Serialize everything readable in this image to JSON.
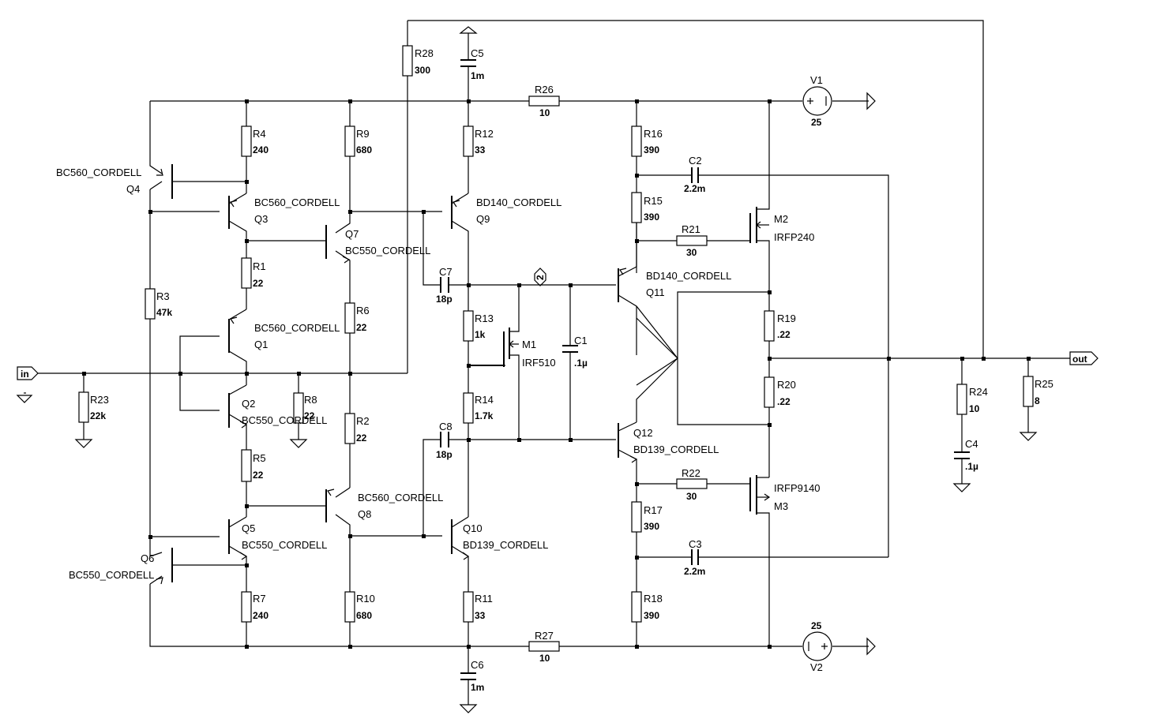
{
  "colors": {
    "wire": "#000000",
    "background": "#ffffff"
  },
  "ports": {
    "input": "in",
    "output": "out"
  },
  "node_flag": "2",
  "sources": {
    "V1": {
      "name": "V1",
      "value": "25"
    },
    "V2": {
      "name": "V2",
      "value": "25"
    }
  },
  "resistors": {
    "R1": {
      "name": "R1",
      "value": "22"
    },
    "R2": {
      "name": "R2",
      "value": "22"
    },
    "R3": {
      "name": "R3",
      "value": "47k"
    },
    "R4": {
      "name": "R4",
      "value": "240"
    },
    "R5": {
      "name": "R5",
      "value": "22"
    },
    "R6": {
      "name": "R6",
      "value": "22"
    },
    "R7": {
      "name": "R7",
      "value": "240"
    },
    "R8": {
      "name": "R8",
      "value": "22"
    },
    "R9": {
      "name": "R9",
      "value": "680"
    },
    "R10": {
      "name": "R10",
      "value": "680"
    },
    "R11": {
      "name": "R11",
      "value": "33"
    },
    "R12": {
      "name": "R12",
      "value": "33"
    },
    "R13": {
      "name": "R13",
      "value": "1k"
    },
    "R14": {
      "name": "R14",
      "value": "1.7k"
    },
    "R15": {
      "name": "R15",
      "value": "390"
    },
    "R16": {
      "name": "R16",
      "value": "390"
    },
    "R17": {
      "name": "R17",
      "value": "390"
    },
    "R18": {
      "name": "R18",
      "value": "390"
    },
    "R19": {
      "name": "R19",
      "value": ".22"
    },
    "R20": {
      "name": "R20",
      "value": ".22"
    },
    "R21": {
      "name": "R21",
      "value": "30"
    },
    "R22": {
      "name": "R22",
      "value": "30"
    },
    "R23": {
      "name": "R23",
      "value": "22k"
    },
    "R24": {
      "name": "R24",
      "value": "10"
    },
    "R25": {
      "name": "R25",
      "value": "8"
    },
    "R26": {
      "name": "R26",
      "value": "10"
    },
    "R27": {
      "name": "R27",
      "value": "10"
    },
    "R28": {
      "name": "R28",
      "value": "300"
    }
  },
  "capacitors": {
    "C1": {
      "name": "C1",
      "value": ".1µ"
    },
    "C2": {
      "name": "C2",
      "value": "2.2m"
    },
    "C3": {
      "name": "C3",
      "value": "2.2m"
    },
    "C4": {
      "name": "C4",
      "value": ".1µ"
    },
    "C5": {
      "name": "C5",
      "value": "1m"
    },
    "C6": {
      "name": "C6",
      "value": "1m"
    },
    "C7": {
      "name": "C7",
      "value": "18p"
    },
    "C8": {
      "name": "C8",
      "value": "18p"
    }
  },
  "transistors": {
    "Q1": {
      "name": "Q1",
      "model": "BC560_CORDELL"
    },
    "Q2": {
      "name": "Q2",
      "model": "BC550_CORDELL"
    },
    "Q3": {
      "name": "Q3",
      "model": "BC560_CORDELL"
    },
    "Q4": {
      "name": "Q4",
      "model": "BC560_CORDELL"
    },
    "Q5": {
      "name": "Q5",
      "model": "BC550_CORDELL"
    },
    "Q6": {
      "name": "Q6",
      "model": "BC550_CORDELL"
    },
    "Q7": {
      "name": "Q7",
      "model": "BC550_CORDELL"
    },
    "Q8": {
      "name": "Q8",
      "model": "BC560_CORDELL"
    },
    "Q9": {
      "name": "Q9",
      "model": "BD140_CORDELL"
    },
    "Q10": {
      "name": "Q10",
      "model": "BD139_CORDELL"
    },
    "Q11": {
      "name": "Q11",
      "model": "BD140_CORDELL"
    },
    "Q12": {
      "name": "Q12",
      "model": "BD139_CORDELL"
    }
  },
  "mosfets": {
    "M1": {
      "name": "M1",
      "model": "IRF510"
    },
    "M2": {
      "name": "M2",
      "model": "IRFP240"
    },
    "M3": {
      "name": "M3",
      "model": "IRFP9140"
    }
  }
}
